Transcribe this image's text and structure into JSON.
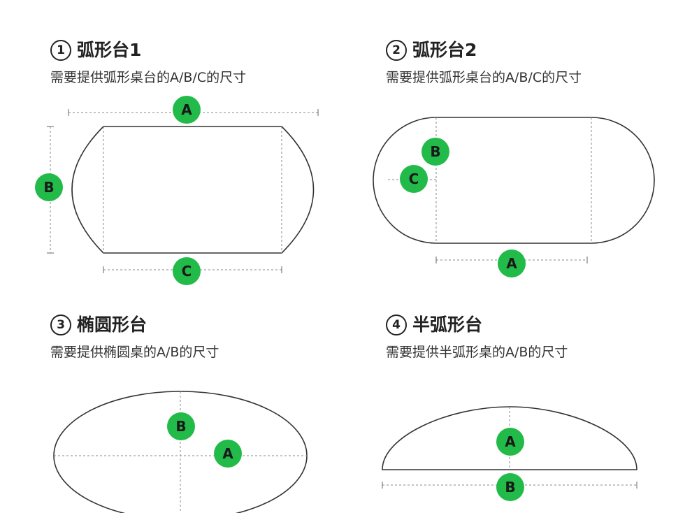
{
  "panels": [
    {
      "number": "1",
      "title": "弧形台1",
      "description": "需要提供弧形桌台的A/B/C的尺寸",
      "labels": {
        "a": "A",
        "b": "B",
        "c": "C"
      }
    },
    {
      "number": "2",
      "title": "弧形台2",
      "description": "需要提供弧形桌台的A/B/C的尺寸",
      "labels": {
        "a": "A",
        "b": "B",
        "c": "C"
      }
    },
    {
      "number": "3",
      "title": "椭圆形台",
      "description": "需要提供椭圆桌的A/B的尺寸",
      "labels": {
        "a": "A",
        "b": "B"
      }
    },
    {
      "number": "4",
      "title": "半弧形台",
      "description": "需要提供半弧形桌的A/B的尺寸",
      "labels": {
        "a": "A",
        "b": "B"
      }
    }
  ],
  "colors": {
    "badge": "#22bb4a",
    "outline": "#333333",
    "guide": "#888888"
  }
}
